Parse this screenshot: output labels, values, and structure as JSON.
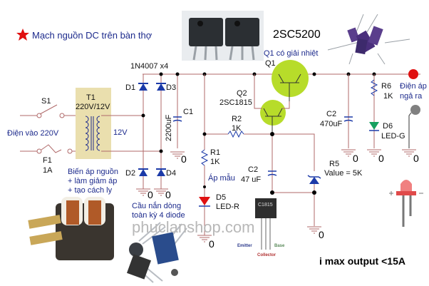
{
  "title": "Mạch nguồn DC trên bàn thợ",
  "part_number_label": "2SC5200",
  "footer_note": "i max output <15A",
  "watermark": "phuclanshop.com",
  "colors": {
    "wire": "#b06a6a",
    "component_blue": "#1c2a8c",
    "transistor_highlight": "#b7dc2a",
    "transformer_bg": "#eadfae",
    "output_terminal": "#e01010",
    "ground_terminal": "#808080",
    "star": "#e01010"
  },
  "input": {
    "switch_label": "S1",
    "fuse_label": "F1",
    "fuse_rating": "1A",
    "mains_label": "Điện vào 220V"
  },
  "transformer": {
    "label": "T1",
    "rating": "220V/12V",
    "secondary": "12V",
    "description": [
      "Biến áp nguồn",
      "+ làm giảm áp",
      "+ tạo cách ly"
    ]
  },
  "bridge": {
    "diode_type": "1N4007 x4",
    "diodes": [
      "D1",
      "D2",
      "D3",
      "D4"
    ],
    "description": [
      "Cầu nắn dòng",
      "toàn kỳ 4 diode"
    ]
  },
  "components": {
    "c1": {
      "name": "C1",
      "value": "2200uF"
    },
    "r1": {
      "name": "R1",
      "value": "1K"
    },
    "r2": {
      "name": "R2",
      "value": "1K"
    },
    "ref_label": "Áp mẫu",
    "d5": {
      "name": "D5",
      "value": "LED-R"
    },
    "q1": {
      "name": "Q1",
      "note": "Q1 có giải nhiệt"
    },
    "q2": {
      "name": "Q2",
      "value": "2SC1815"
    },
    "c2_mid": {
      "name": "C2",
      "value": "47 uF"
    },
    "r5": {
      "name": "R5",
      "value": "Value = 5K"
    },
    "c2_out": {
      "name": "C2",
      "value": "470uF"
    },
    "r6": {
      "name": "R6",
      "value": "1K"
    },
    "d6": {
      "name": "D6",
      "value": "LED-G"
    }
  },
  "output": {
    "label": [
      "Điện áp",
      "ngả ra"
    ]
  },
  "ground_label": "0",
  "photo_labels": {
    "c1815_marking": "C1815",
    "emitter": "Emitter",
    "base": "Base",
    "collector": "Collector"
  }
}
